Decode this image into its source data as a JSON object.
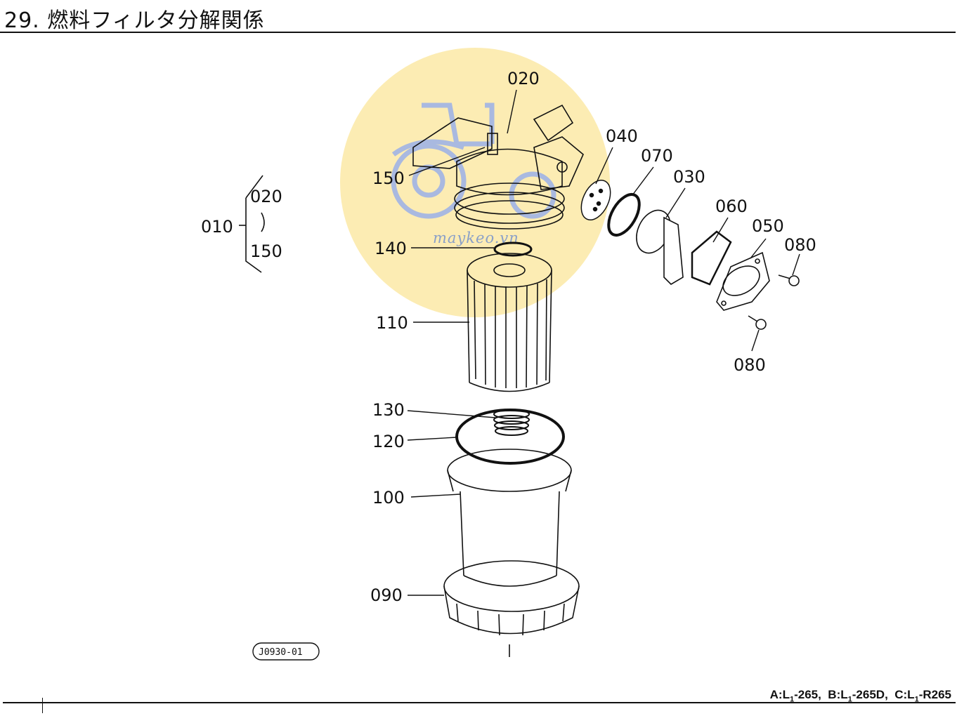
{
  "page": {
    "title": "29. 燃料フィルタ分解関係",
    "figure_code": "J0930-01",
    "applicability": [
      {
        "prefix": "A:L",
        "sub": "1",
        "suffix": "-265"
      },
      {
        "prefix": "B:L",
        "sub": "1",
        "suffix": "-265D"
      },
      {
        "prefix": "C:L",
        "sub": "1",
        "suffix": "-R265"
      }
    ]
  },
  "watermark": {
    "text": "maykeo.vn",
    "circle_color": "#fbe9a6",
    "logo_color": "#a9b9e0"
  },
  "parts": {
    "p020": "020",
    "p150": "150",
    "p040": "040",
    "p070": "070",
    "p030": "030",
    "p060": "060",
    "p050": "050",
    "p080a": "080",
    "p080b": "080",
    "p140": "140",
    "p110": "110",
    "p130": "130",
    "p120": "120",
    "p100": "100",
    "p090": "090"
  },
  "assembly": {
    "parent": "010",
    "child_top": "020",
    "child_bottom": "150"
  }
}
